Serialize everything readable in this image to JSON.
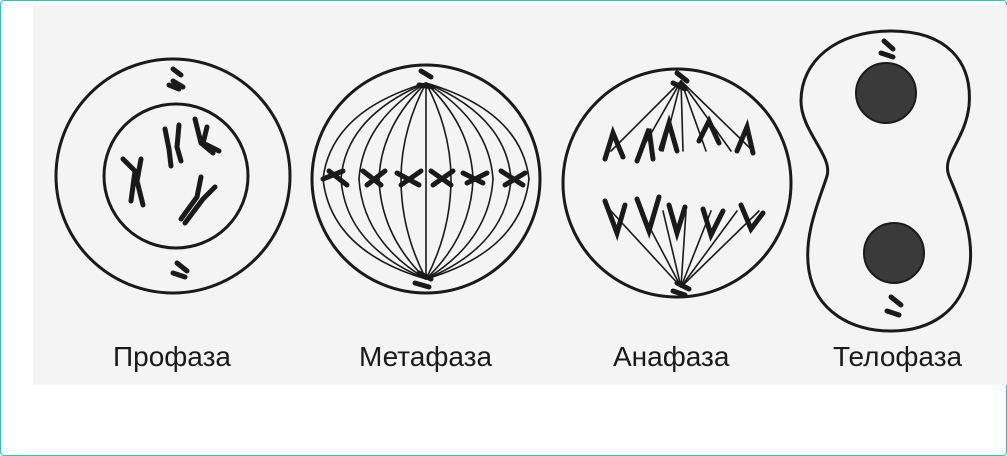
{
  "phases": [
    {
      "label": "Профаза"
    },
    {
      "label": "Метафаза"
    },
    {
      "label": "Анафаза"
    },
    {
      "label": "Телофаза"
    }
  ],
  "colors": {
    "frame_border": "#2ec4b6",
    "panel_background": "#f4f4f4",
    "ink": "#1a1a1a"
  }
}
